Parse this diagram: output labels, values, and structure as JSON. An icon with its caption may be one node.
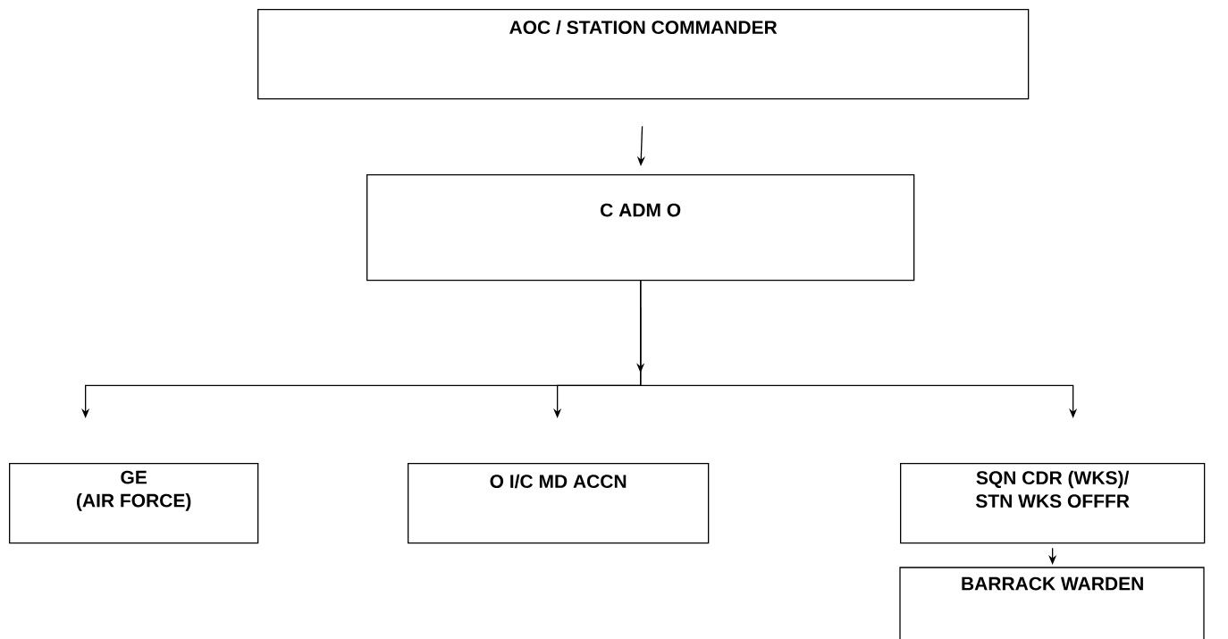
{
  "diagram": {
    "nodes": [
      {
        "text": [
          "AOC / STATION COMMANDER"
        ]
      },
      {
        "text": [
          "C ADM O"
        ]
      },
      {
        "text": [
          "GE",
          "(AIR FORCE)"
        ]
      },
      {
        "text": [
          "O I/C MD ACCN"
        ]
      },
      {
        "text": [
          "SQN CDR (WKS)/",
          "STN WKS OFFFR"
        ]
      },
      {
        "text": [
          "BARRACK WARDEN"
        ]
      }
    ],
    "edges": [
      {
        "from": 0,
        "to": 1,
        "arrow": "to"
      },
      {
        "from": 1,
        "to": 2,
        "arrow": "to"
      },
      {
        "from": 1,
        "to": 3,
        "arrow": "to"
      },
      {
        "from": 1,
        "to": 4,
        "arrow": "to"
      },
      {
        "from": 4,
        "to": 5,
        "arrow": "to"
      }
    ]
  }
}
